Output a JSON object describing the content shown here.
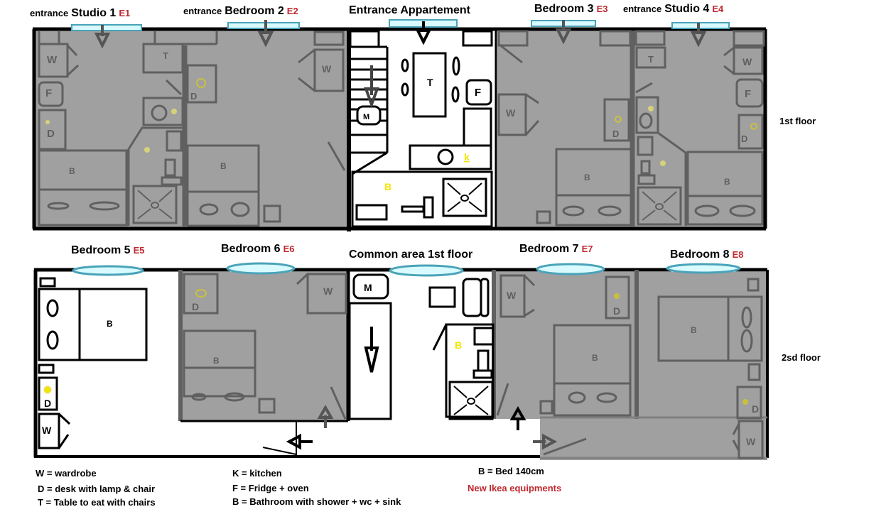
{
  "title": "Apartment floor plan",
  "colors": {
    "room_gray": "#a0a0a0",
    "wall_gray": "#606060",
    "wall_black": "#000000",
    "door_blue": "#4aa3b8",
    "door_fill": "#d9fbff",
    "yellow": "#f2e600",
    "accent_red": "#c0282e"
  },
  "floors": [
    {
      "label": "1st floor"
    },
    {
      "label": "2sd floor"
    }
  ],
  "rooms_top": [
    {
      "entrance_prefix": "entrance",
      "name": "Studio 1",
      "code": "E1"
    },
    {
      "entrance_prefix": "entrance",
      "name": "Bedroom 2",
      "code": "E2"
    },
    {
      "name": "Entrance Appartement"
    },
    {
      "name": "Bedroom 3",
      "code": "E3"
    },
    {
      "entrance_prefix": "entrance",
      "name": "Studio 4",
      "code": "E4"
    }
  ],
  "rooms_bottom": [
    {
      "name": "Bedroom 5",
      "code": "E5"
    },
    {
      "name": "Bedroom 6",
      "code": "E6"
    },
    {
      "name": "Common area 1st floor"
    },
    {
      "name": "Bedroom 7",
      "code": "E7"
    },
    {
      "name": "Bedroom 8",
      "code": "E8"
    }
  ],
  "furniture_letters": {
    "W": "W",
    "F": "F",
    "D": "D",
    "T": "T",
    "B": "B",
    "K": "k",
    "M": "M"
  },
  "legend": [
    {
      "text": "W = wardrobe"
    },
    {
      "text": "D = desk with lamp & chair"
    },
    {
      "text": "T = Table to eat with chairs"
    },
    {
      "text": "K = kitchen"
    },
    {
      "text": "F = Fridge + oven"
    },
    {
      "text": "B = Bathroom with shower + wc + sink"
    },
    {
      "text": "B = Bed 140cm"
    },
    {
      "text": "New Ikea equipments"
    }
  ]
}
